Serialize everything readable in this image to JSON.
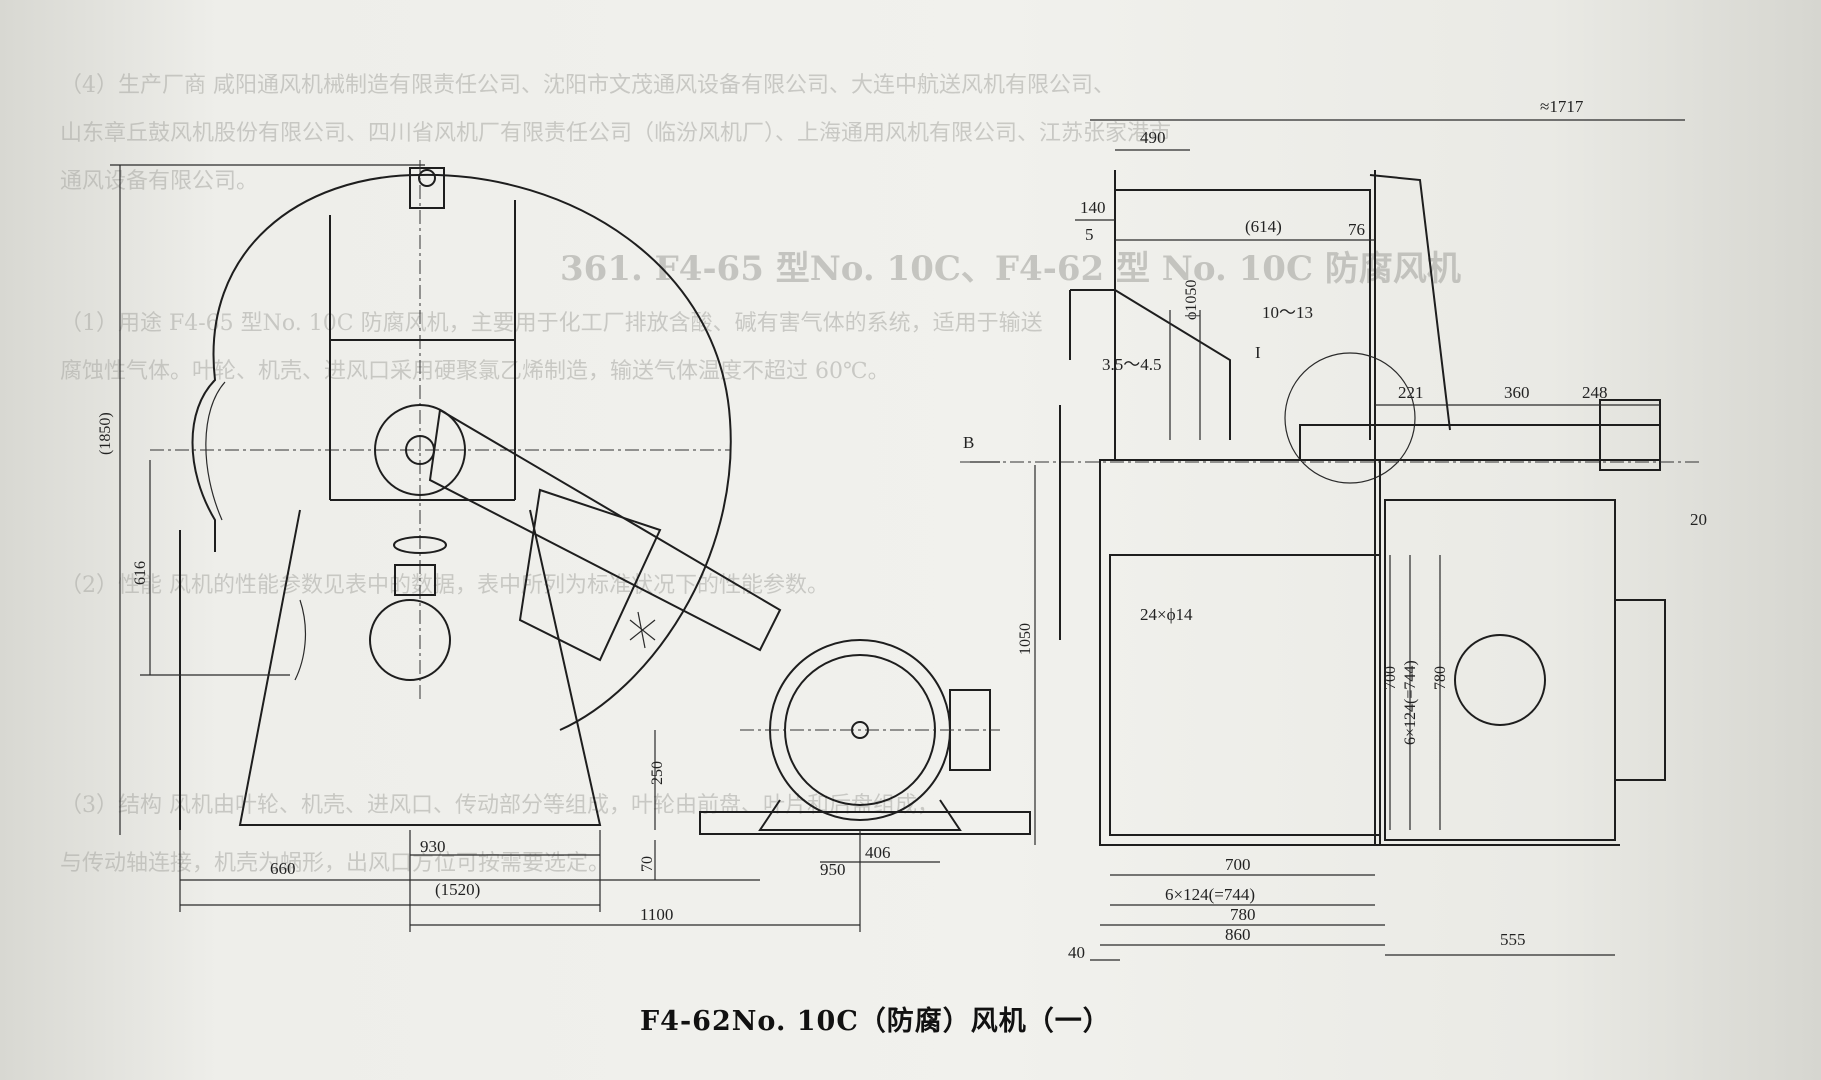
{
  "caption": "F4-62No. 10C（防腐）风机（一）",
  "background_text": {
    "line1": "（4）生产厂商  咸阳通风机械制造有限责任公司、沈阳市文茂通风设备有限公司、大连中航送风机有限公司、",
    "line2": "山东章丘鼓风机股份有限公司、四川省风机厂有限责任公司（临汾风机厂）、上海通用风机有限公司、江苏张家港市",
    "line3": "通风设备有限公司。",
    "heading": "361. F4-65 型No. 10C、F4-62 型 No. 10C 防腐风机",
    "line4": "（1）用途  F4-65 型No. 10C 防腐风机，主要用于化工厂排放含酸、碱有害气体的系统，适用于输送",
    "line5": "腐蚀性气体。叶轮、机壳、进风口采用硬聚氯乙烯制造，输送气体温度不超过 60℃。",
    "line6": "（2）性能  风机的性能参数见表中的数据，表中所列为标准状况下的性能参数。",
    "line7": "（3）结构  风机由叶轮、机壳、进风口、传动部分等组成，叶轮由前盘、叶片和后盘组成，",
    "line8": "与传动轴连接，机壳为蜗形，出风口方位可按需要选定。"
  },
  "left_view": {
    "dims": {
      "overall_height": "(1850)",
      "left_height": "616",
      "motor_base": "250",
      "base_offset": "70",
      "d930": "930",
      "d660": "660",
      "d1520": "(1520)",
      "d406": "406",
      "d950": "950",
      "d1100": "1100"
    }
  },
  "right_view": {
    "dims": {
      "top_width": "≈1717",
      "d490": "490",
      "d140": "140",
      "d5": "5",
      "d614": "(614)",
      "d76": "76",
      "phi1050": "ϕ1050",
      "d10_13": "10～13",
      "detail_label": "I",
      "d3545": "3.5～4.5",
      "d221": "221",
      "d360": "360",
      "d248": "248",
      "view_label": "B",
      "d20": "20",
      "holes": "24×ϕ14",
      "d1050": "1050",
      "d700v": "700",
      "d6x124v": "6×124(=744)",
      "d780v": "780",
      "d700h": "700",
      "d6x124h": "6×124(=744)",
      "d780h": "780",
      "d860": "860",
      "d555": "555",
      "d40": "40"
    }
  }
}
